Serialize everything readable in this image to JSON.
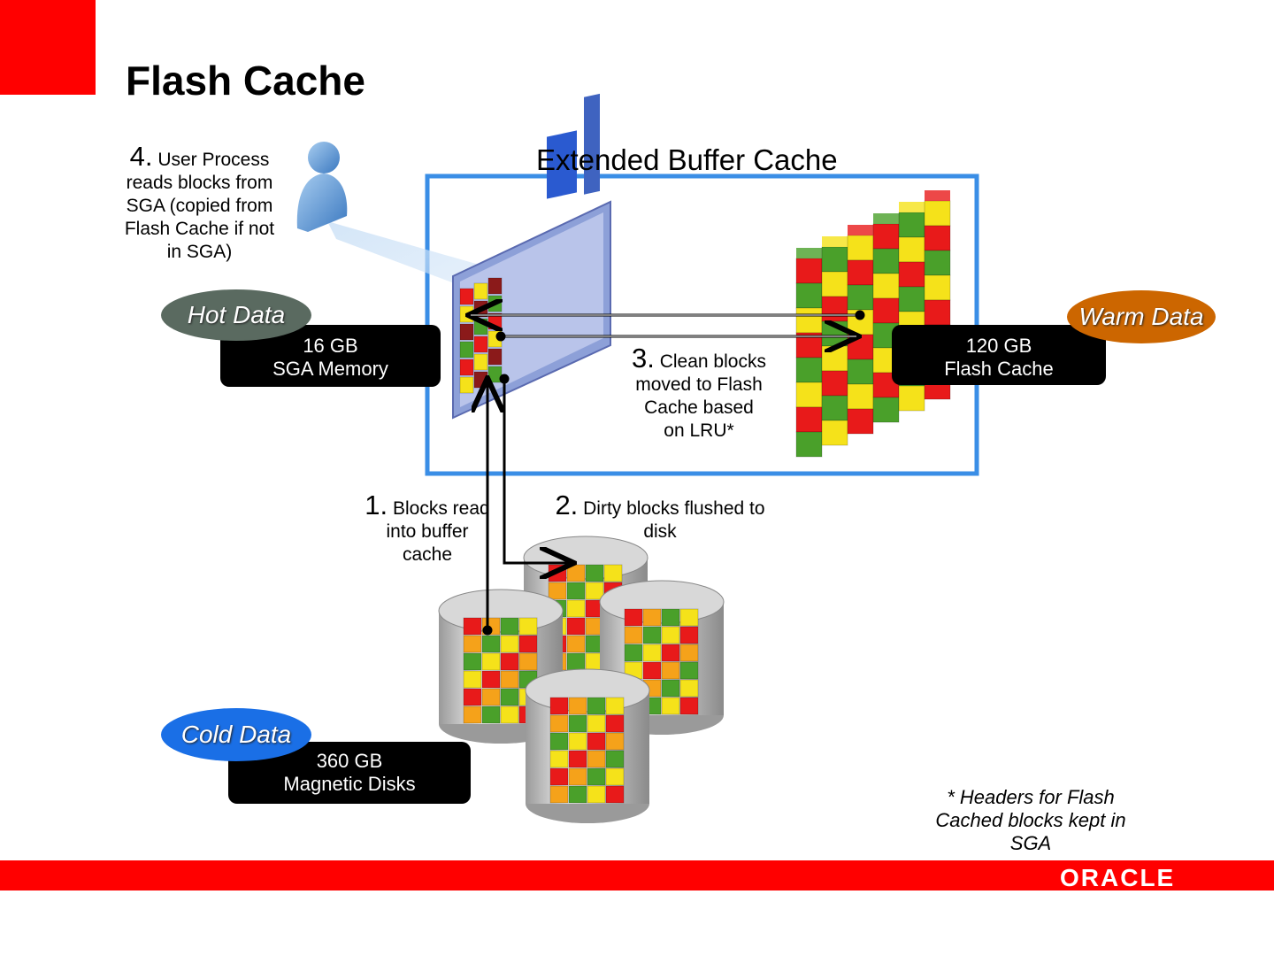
{
  "title": "Flash Cache",
  "extended_buffer_cache": "Extended Buffer Cache",
  "steps": {
    "step4": {
      "num": "4.",
      "text": [
        " User Process",
        "reads blocks from",
        "SGA (copied from",
        "Flash Cache if not",
        "in SGA)"
      ]
    },
    "step3": {
      "num": "3.",
      "text": [
        " Clean blocks",
        "moved to Flash",
        "Cache based",
        "on LRU*"
      ]
    },
    "step1": {
      "num": "1.",
      "text": [
        " Blocks read",
        "into buffer",
        "cache"
      ]
    },
    "step2": {
      "num": "2.",
      "text": [
        " Dirty blocks flushed to",
        "disk"
      ]
    }
  },
  "tiers": {
    "hot": {
      "label": "Hot Data",
      "line1": "16 GB",
      "line2": "SGA Memory",
      "color": "#5a6a60"
    },
    "warm": {
      "label": "Warm Data",
      "line1": "120 GB",
      "line2": "Flash Cache",
      "color": "#cc6600"
    },
    "cold": {
      "label": "Cold Data",
      "line1": "360 GB",
      "line2": "Magnetic Disks",
      "color": "#1a6fe6"
    }
  },
  "footnote": [
    "* Headers for Flash",
    "Cached blocks kept in",
    "SGA"
  ],
  "logo": "ORACLE",
  "colors": {
    "brand_red": "#ff0000",
    "cache_border": "#3a8ee6",
    "block_red": "#e81a1a",
    "block_green": "#4aa02a",
    "block_yellow": "#f5e21a",
    "block_orange": "#f5a21a"
  }
}
